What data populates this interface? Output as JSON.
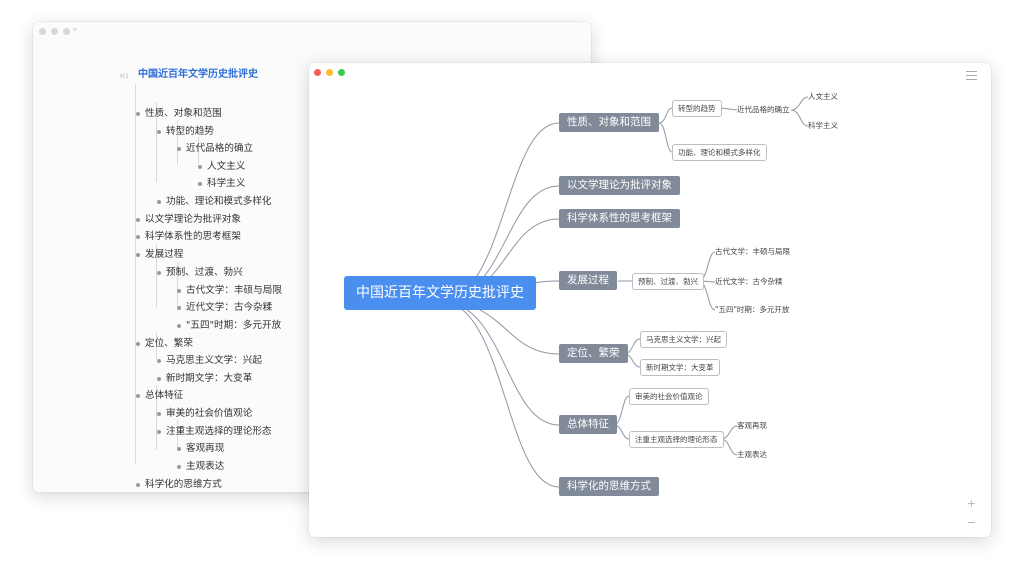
{
  "title": "中国近百年文学历史批评史",
  "outline": {
    "h1_badge": "H1",
    "nav_forward": "»",
    "items": [
      {
        "id": "o0",
        "text": "性质、对象和范围",
        "level": 0
      },
      {
        "id": "o1",
        "text": "转型的趋势",
        "level": 1
      },
      {
        "id": "o2",
        "text": "近代品格的确立",
        "level": 2
      },
      {
        "id": "o3",
        "text": "人文主义",
        "level": 3
      },
      {
        "id": "o4",
        "text": "科学主义",
        "level": 3
      },
      {
        "id": "o5",
        "text": "功能、理论和模式多样化",
        "level": 1
      },
      {
        "id": "o6",
        "text": "以文学理论为批评对象",
        "level": 0
      },
      {
        "id": "o7",
        "text": "科学体系性的思考框架",
        "level": 0
      },
      {
        "id": "o8",
        "text": "发展过程",
        "level": 0
      },
      {
        "id": "o9",
        "text": "预制、过渡、勃兴",
        "level": 1
      },
      {
        "id": "o10",
        "text": "古代文学：丰硕与局限",
        "level": 2
      },
      {
        "id": "o11",
        "text": "近代文学：古今杂糅",
        "level": 2
      },
      {
        "id": "o12",
        "text": "\"五四\"时期：多元开放",
        "level": 2
      },
      {
        "id": "o13",
        "text": "定位、繁荣",
        "level": 0
      },
      {
        "id": "o14",
        "text": "马克思主义文学：兴起",
        "level": 1
      },
      {
        "id": "o15",
        "text": "新时期文学：大变革",
        "level": 1
      },
      {
        "id": "o16",
        "text": "总体特征",
        "level": 0
      },
      {
        "id": "o17",
        "text": "审美的社会价值观论",
        "level": 1
      },
      {
        "id": "o18",
        "text": "注重主观选择的理论形态",
        "level": 1
      },
      {
        "id": "o19",
        "text": "客观再现",
        "level": 2
      },
      {
        "id": "o20",
        "text": "主观表达",
        "level": 2
      },
      {
        "id": "o21",
        "text": "科学化的思维方式",
        "level": 0
      }
    ]
  },
  "mindmap": {
    "zoom_in": "+",
    "zoom_out": "−",
    "mains": [
      {
        "id": "m0",
        "text": "性质、对象和范围"
      },
      {
        "id": "m1",
        "text": "以文学理论为批评对象"
      },
      {
        "id": "m2",
        "text": "科学体系性的思考框架"
      },
      {
        "id": "m3",
        "text": "发展过程"
      },
      {
        "id": "m4",
        "text": "定位、繁荣"
      },
      {
        "id": "m5",
        "text": "总体特征"
      },
      {
        "id": "m6",
        "text": "科学化的思维方式"
      }
    ],
    "subs": [
      {
        "id": "s0",
        "text": "转型的趋势"
      },
      {
        "id": "s1",
        "text": "功能、理论和模式多样化"
      },
      {
        "id": "s2",
        "text": "预制、过渡、勃兴"
      },
      {
        "id": "s3",
        "text": "马克思主义文学：兴起"
      },
      {
        "id": "s4",
        "text": "新时期文学：大变革"
      },
      {
        "id": "s5",
        "text": "审美的社会价值观论"
      },
      {
        "id": "s6",
        "text": "注重主观选择的理论形态"
      }
    ],
    "leaves": [
      {
        "id": "l0",
        "text": "近代品格的确立"
      },
      {
        "id": "l1",
        "text": "人文主义"
      },
      {
        "id": "l2",
        "text": "科学主义"
      },
      {
        "id": "l3",
        "text": "古代文学：丰硕与局限"
      },
      {
        "id": "l4",
        "text": "近代文学：古今杂糅"
      },
      {
        "id": "l5",
        "text": "\"五四\"时期：多元开放"
      },
      {
        "id": "l6",
        "text": "客观再现"
      },
      {
        "id": "l7",
        "text": "主观表达"
      }
    ]
  },
  "colors": {
    "root": "#4a8ff0",
    "main": "#808a99",
    "link": "#8e97a4",
    "heading": "#2f6fd6",
    "traffic_close": "#f25f58",
    "traffic_min": "#f9bd2e",
    "traffic_max": "#3dc94a"
  }
}
